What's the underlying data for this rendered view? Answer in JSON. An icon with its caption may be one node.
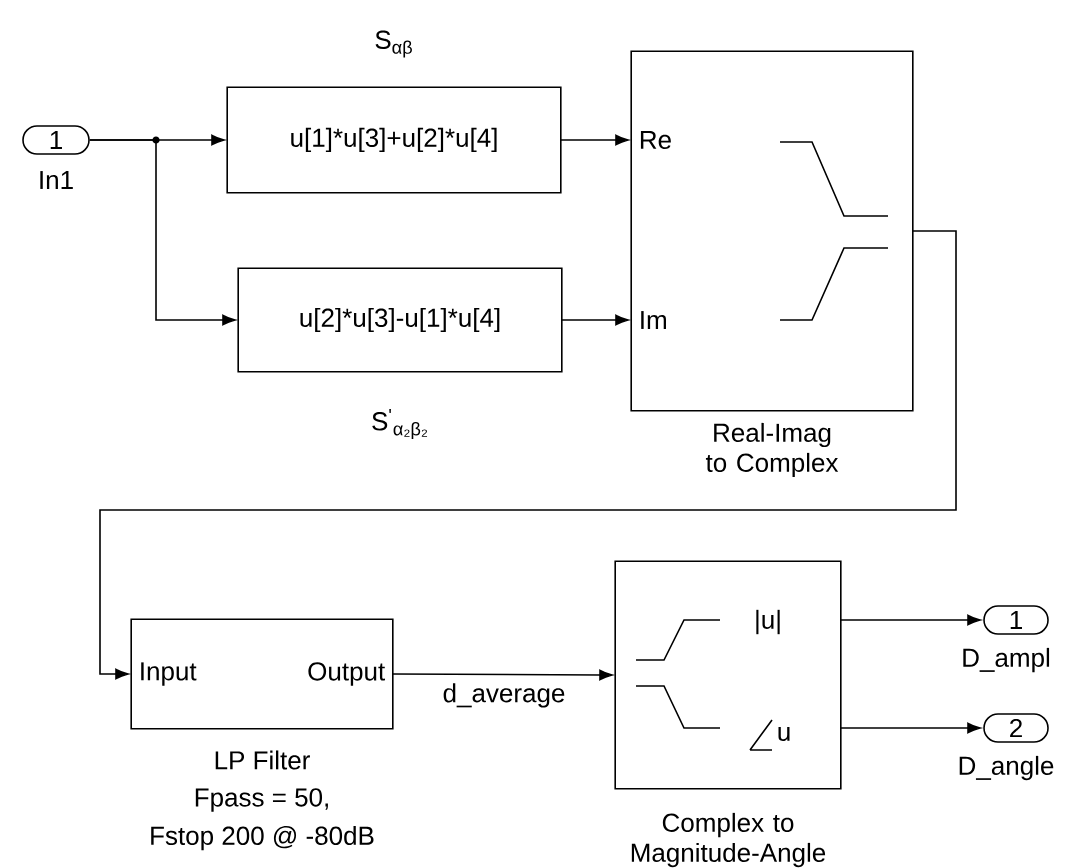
{
  "diagram": {
    "nodes": [
      {
        "text": [
          "1"
        ],
        "beside": [
          "In1"
        ]
      },
      {
        "text": [
          "u[1]*u[3]+u[2]*u[4]"
        ],
        "beside": [
          "S$_{αβ}$"
        ]
      },
      {
        "text": [
          "u[2]*u[3]-u[1]*u[4]"
        ],
        "beside": [
          "S$^{'}$$_{α₂β₂}$"
        ]
      },
      {
        "text": [
          "Re",
          "Im"
        ],
        "beside": [
          "Real-Imag to Complex"
        ]
      },
      {
        "text": [
          "Input",
          "Output"
        ],
        "beside": [
          "LP Filter",
          "Fpass = 50,",
          "Fstop 200 @ -80dB"
        ]
      },
      {
        "text": [
          "|u|",
          "u"
        ],
        "beside": [
          "Complex to Magnitude-Angle"
        ]
      },
      {
        "text": [
          "1"
        ],
        "beside": [
          "D_ampl"
        ]
      },
      {
        "text": [
          "2"
        ],
        "beside": [
          "D_angle"
        ]
      }
    ],
    "edges": [
      {
        "from": 0,
        "to": 1,
        "arrow": "to"
      },
      {
        "from": 0,
        "to": 2,
        "arrow": "to"
      },
      {
        "from": 1,
        "to": 3,
        "arrow": "to"
      },
      {
        "from": 2,
        "to": 3,
        "arrow": "to"
      },
      {
        "from": 3,
        "to": 4,
        "arrow": "to"
      },
      {
        "from": 4,
        "to": 5,
        "arrow": "to",
        "label": "d_average"
      },
      {
        "from": 5,
        "to": 6,
        "arrow": "to"
      },
      {
        "from": 5,
        "to": 7,
        "arrow": "to"
      }
    ]
  }
}
